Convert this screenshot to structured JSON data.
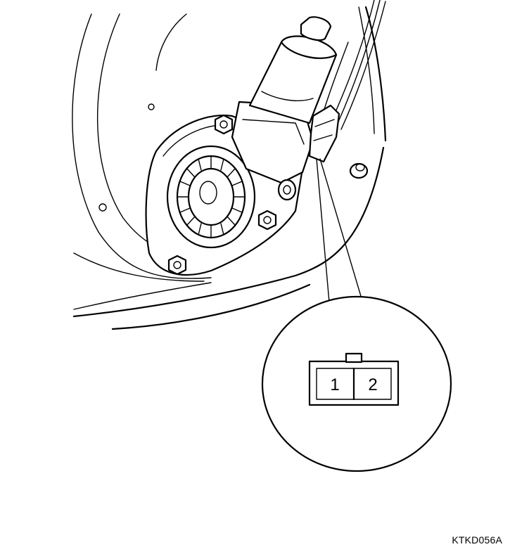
{
  "figure": {
    "code": "KTKD056A"
  },
  "connector": {
    "pins": [
      {
        "label": "1"
      },
      {
        "label": "2"
      }
    ]
  }
}
